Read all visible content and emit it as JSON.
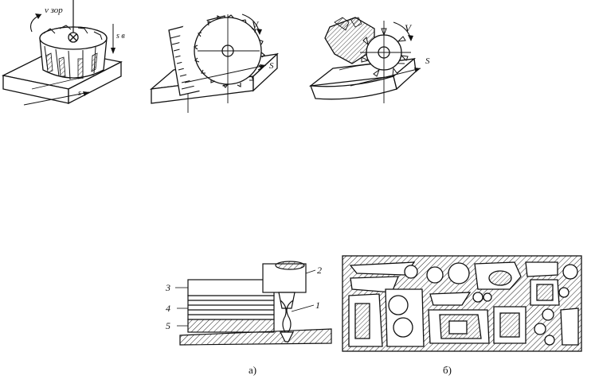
{
  "figure_top": {
    "cutter_1": {
      "speed_label": "v зор",
      "feed_vertical_label": "s в",
      "feed_label": "s"
    },
    "cutter_2": {
      "speed_label": "V",
      "feed_label": "S"
    },
    "cutter_3": {
      "speed_label": "V",
      "feed_label": "S"
    }
  },
  "figure_bottom": {
    "part_a": {
      "caption": "а)",
      "callouts": [
        "1",
        "2",
        "3",
        "4",
        "5"
      ]
    },
    "part_b": {
      "caption": "б)"
    }
  }
}
